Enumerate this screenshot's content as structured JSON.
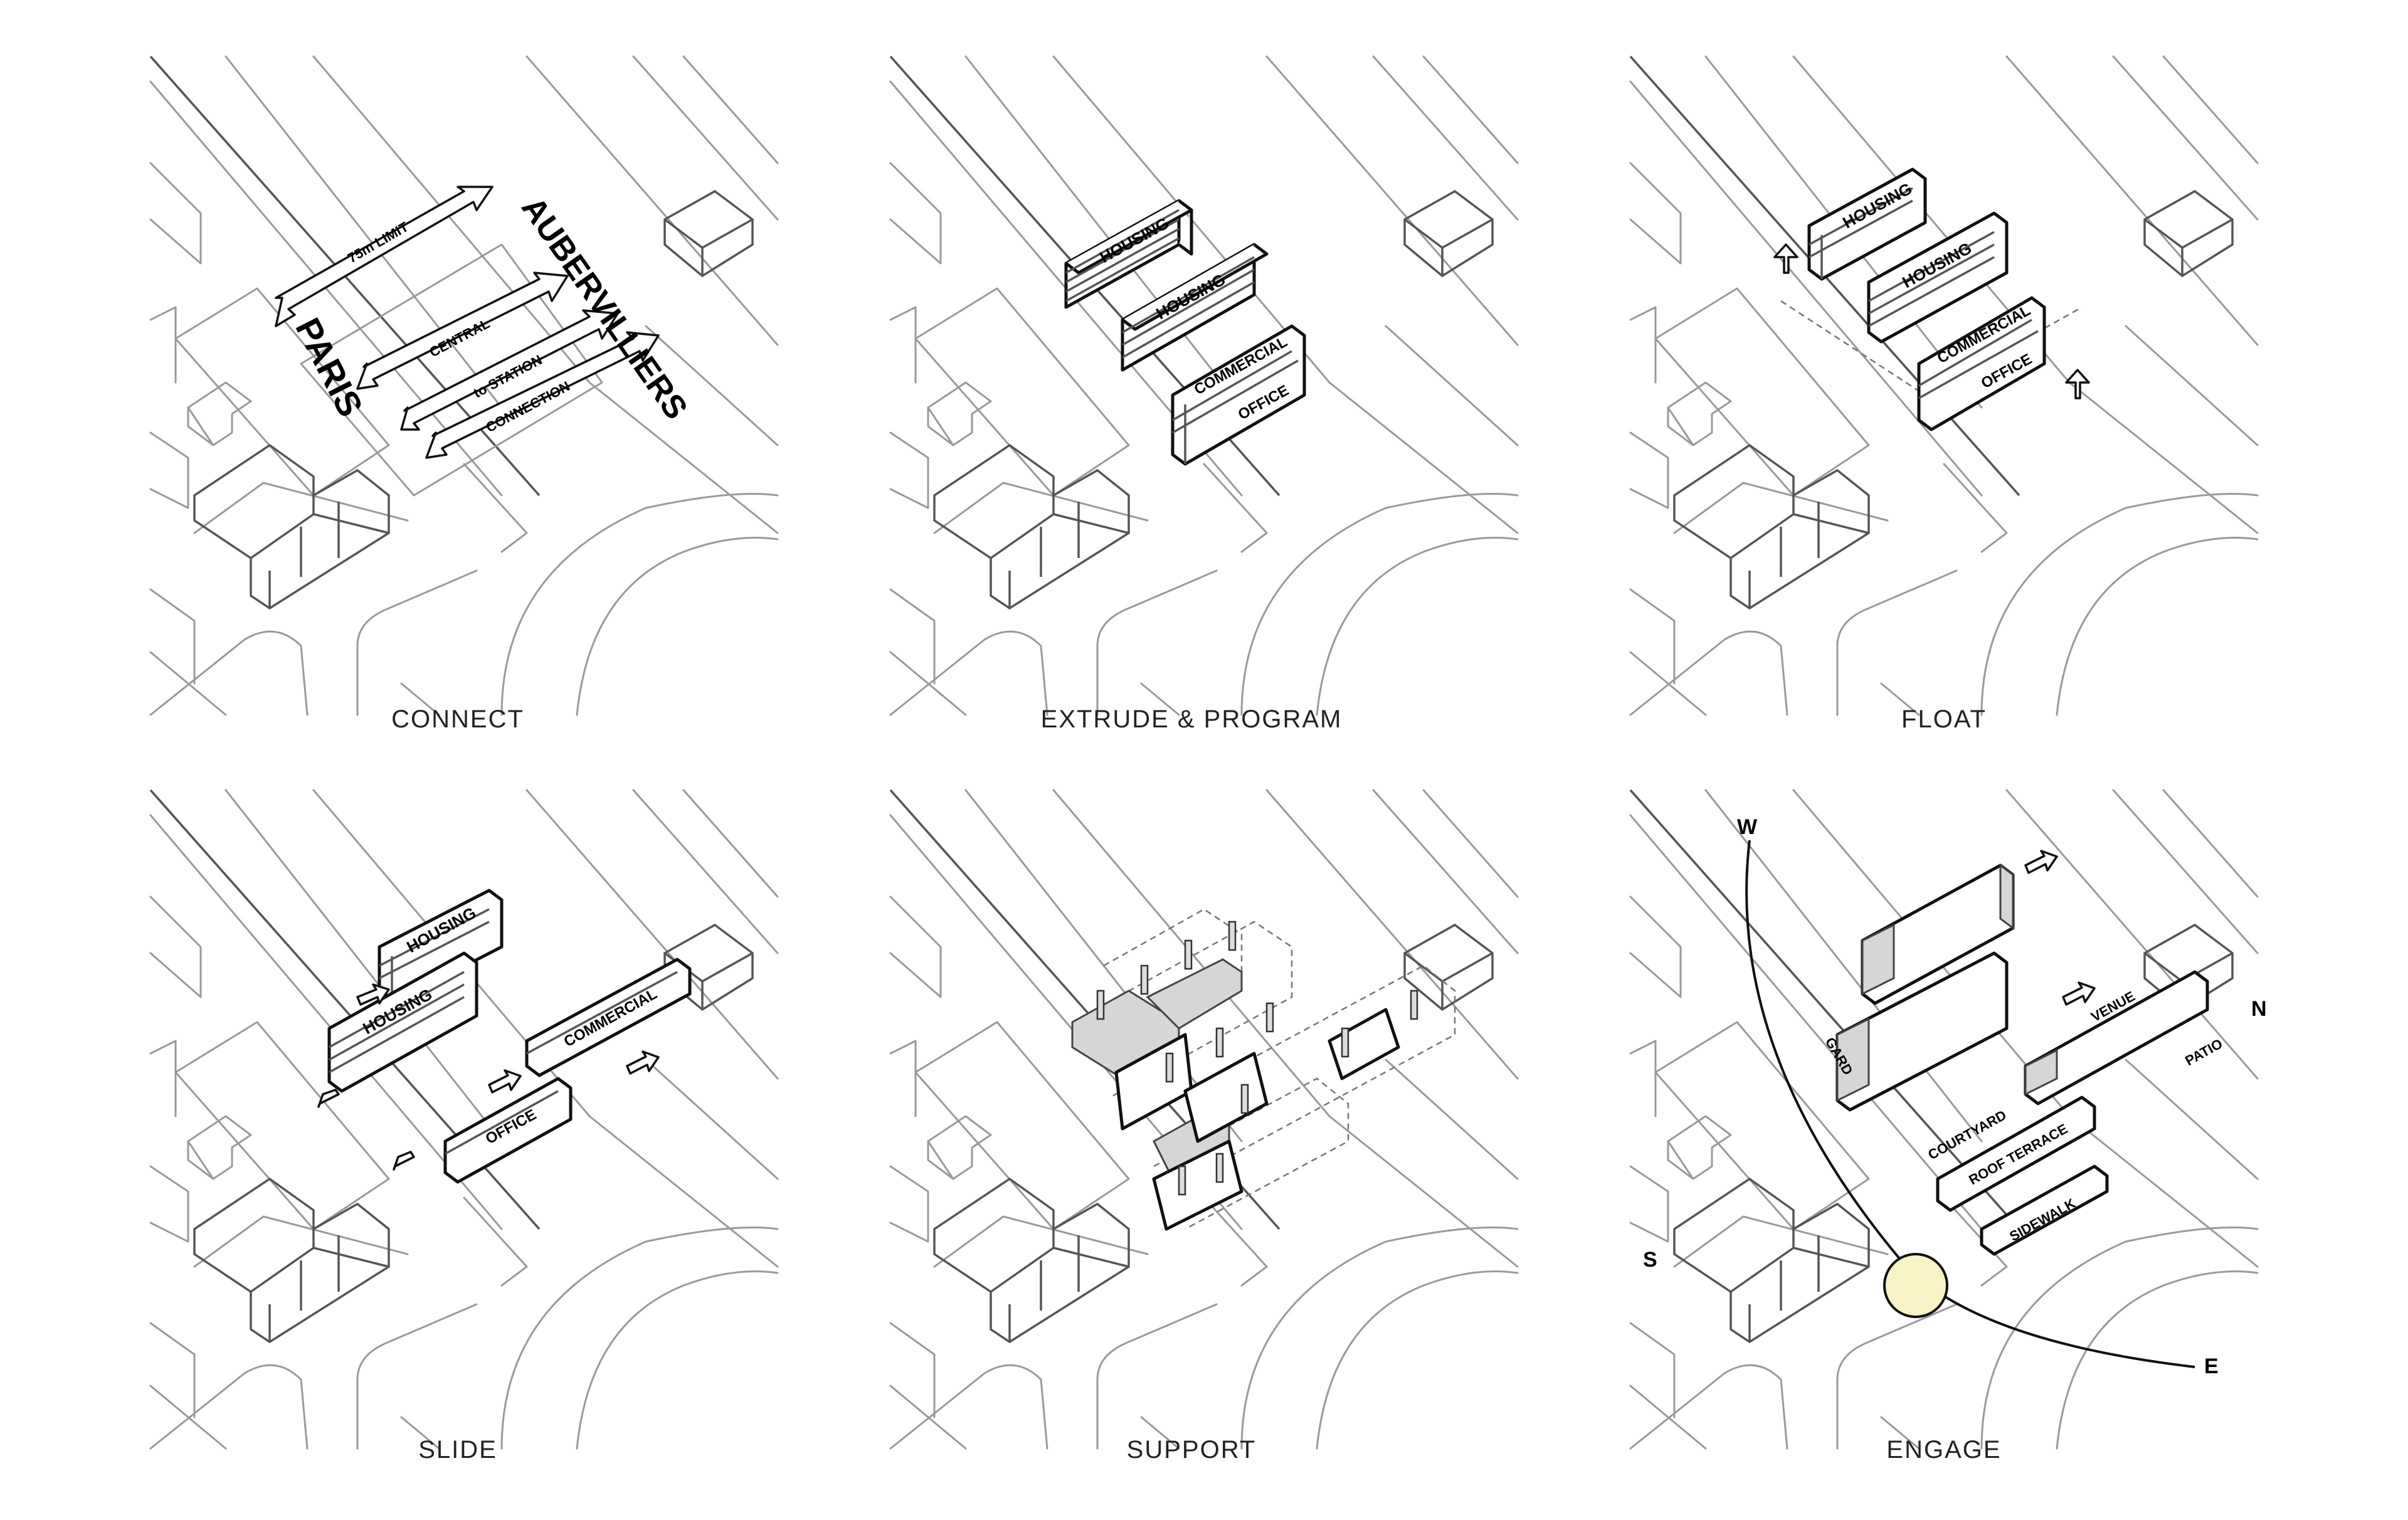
{
  "panels": [
    {
      "id": "connect",
      "caption": "CONNECT"
    },
    {
      "id": "extrude",
      "caption": "EXTRUDE & PROGRAM"
    },
    {
      "id": "float",
      "caption": "FLOAT"
    },
    {
      "id": "slide",
      "caption": "SLIDE"
    },
    {
      "id": "support",
      "caption": "SUPPORT"
    },
    {
      "id": "engage",
      "caption": "ENGAGE"
    }
  ],
  "connect": {
    "city_left": "PARIS",
    "city_right": "AUBERVILLIERS",
    "arrow_1": "75m LIMIT",
    "arrow_2": "CENTRAL",
    "arrow_3": "to STATION",
    "arrow_4": "CONNECTION"
  },
  "program": {
    "housing": "HOUSING",
    "commercial": "COMMERCIAL",
    "office": "OFFICE"
  },
  "engage": {
    "garden": "GARD",
    "venue": "VENUE",
    "patio": "PATIO",
    "courtyard": "COURTYARD",
    "roof_terrace": "ROOF TERRACE",
    "sidewalk": "SIDEWALK",
    "compass_w": "W",
    "compass_n": "N",
    "compass_s": "S",
    "compass_e": "E",
    "sun_color": "#f8f3c4"
  }
}
